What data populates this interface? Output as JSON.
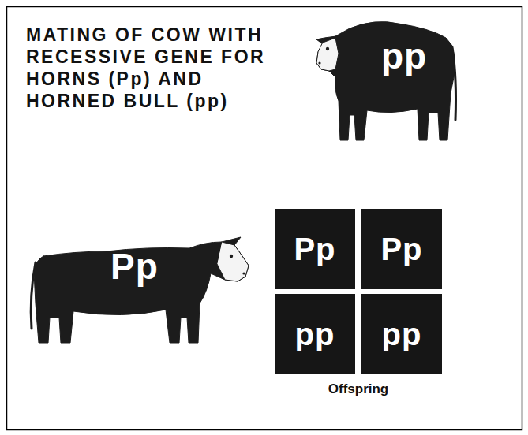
{
  "diagram": {
    "title": "MATING OF COW WITH RECESSIVE GENE FOR HORNS (Pp) AND HORNED BULL (pp)",
    "nodes": [
      {
        "text": [
          "pp"
        ]
      },
      {
        "text": [
          "Pp"
        ]
      },
      {
        "text": [
          "Pp"
        ]
      },
      {
        "text": [
          "Pp"
        ]
      },
      {
        "text": [
          "pp"
        ]
      },
      {
        "text": [
          "pp"
        ]
      }
    ],
    "labels": [
      "Offspring"
    ]
  }
}
